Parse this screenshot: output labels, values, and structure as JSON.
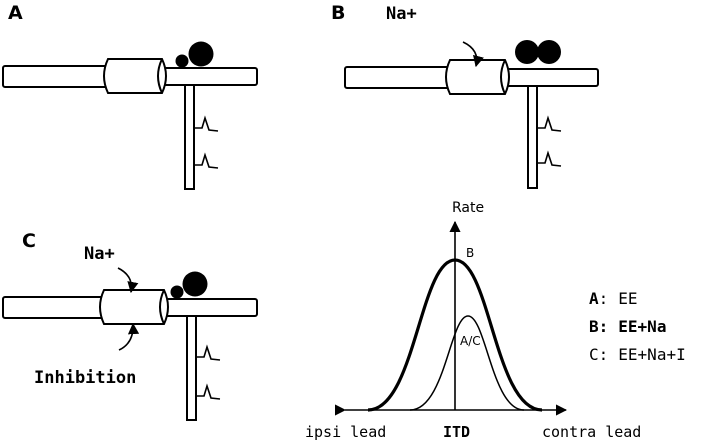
{
  "panels": {
    "a": {
      "letter": "A"
    },
    "b": {
      "letter": "B",
      "ion_label": "Na+"
    },
    "c": {
      "letter": "C",
      "ion_label": "Na+",
      "inhibition_label": "Inhibition"
    }
  },
  "graph": {
    "y_axis_label": "Rate",
    "x_axis_left_label": "ipsi lead",
    "x_axis_center_label": "ITD",
    "x_axis_right_label": "contra lead",
    "curve_high_label": "B",
    "curve_low_label": "A/C"
  },
  "legend": [
    {
      "key": "A",
      "sep": ":",
      "value": "EE",
      "bold": false
    },
    {
      "key": "B",
      "sep": ":",
      "value": "EE+Na",
      "bold": true
    },
    {
      "key": "C",
      "sep": ":",
      "value": "EE+Na+I",
      "bold": false
    }
  ],
  "colors": {
    "ink": "#000000",
    "background": "#ffffff"
  }
}
